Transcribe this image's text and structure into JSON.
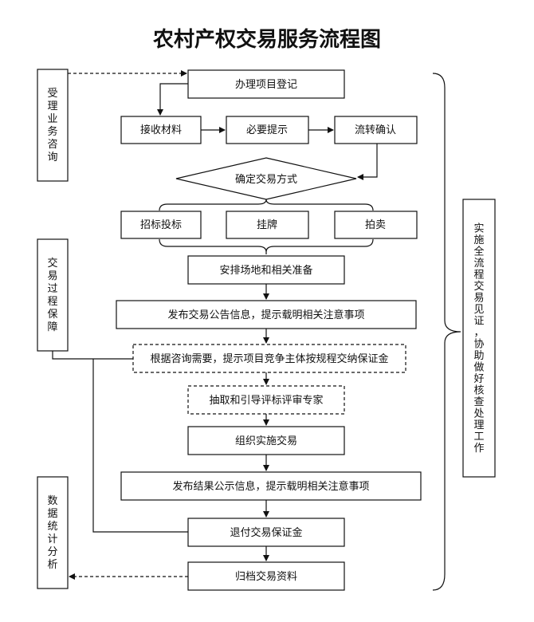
{
  "title": "农村产权交易服务流程图",
  "side_left": {
    "consult": "受理业务咨询",
    "guarantee": "交易过程保障",
    "stats": "数据统计分析"
  },
  "side_right": "实施全流程交易见证，协助做好核查处理工作",
  "steps": {
    "register": "办理项目登记",
    "receive": "接收材料",
    "prompt": "必要提示",
    "confirm": "流转确认",
    "method": "确定交易方式",
    "bidding": "招标投标",
    "listing": "挂牌",
    "auction": "拍卖",
    "venue": "安排场地和相关准备",
    "announce": "发布交易公告信息，提示载明相关注意事项",
    "deposit": "根据咨询需要，提示项目竞争主体按规程交纳保证金",
    "experts": "抽取和引导评标评审专家",
    "organize": "组织实施交易",
    "result": "发布结果公示信息，提示载明相关注意事项",
    "refund": "退付交易保证金",
    "archive": "归档交易资料"
  }
}
